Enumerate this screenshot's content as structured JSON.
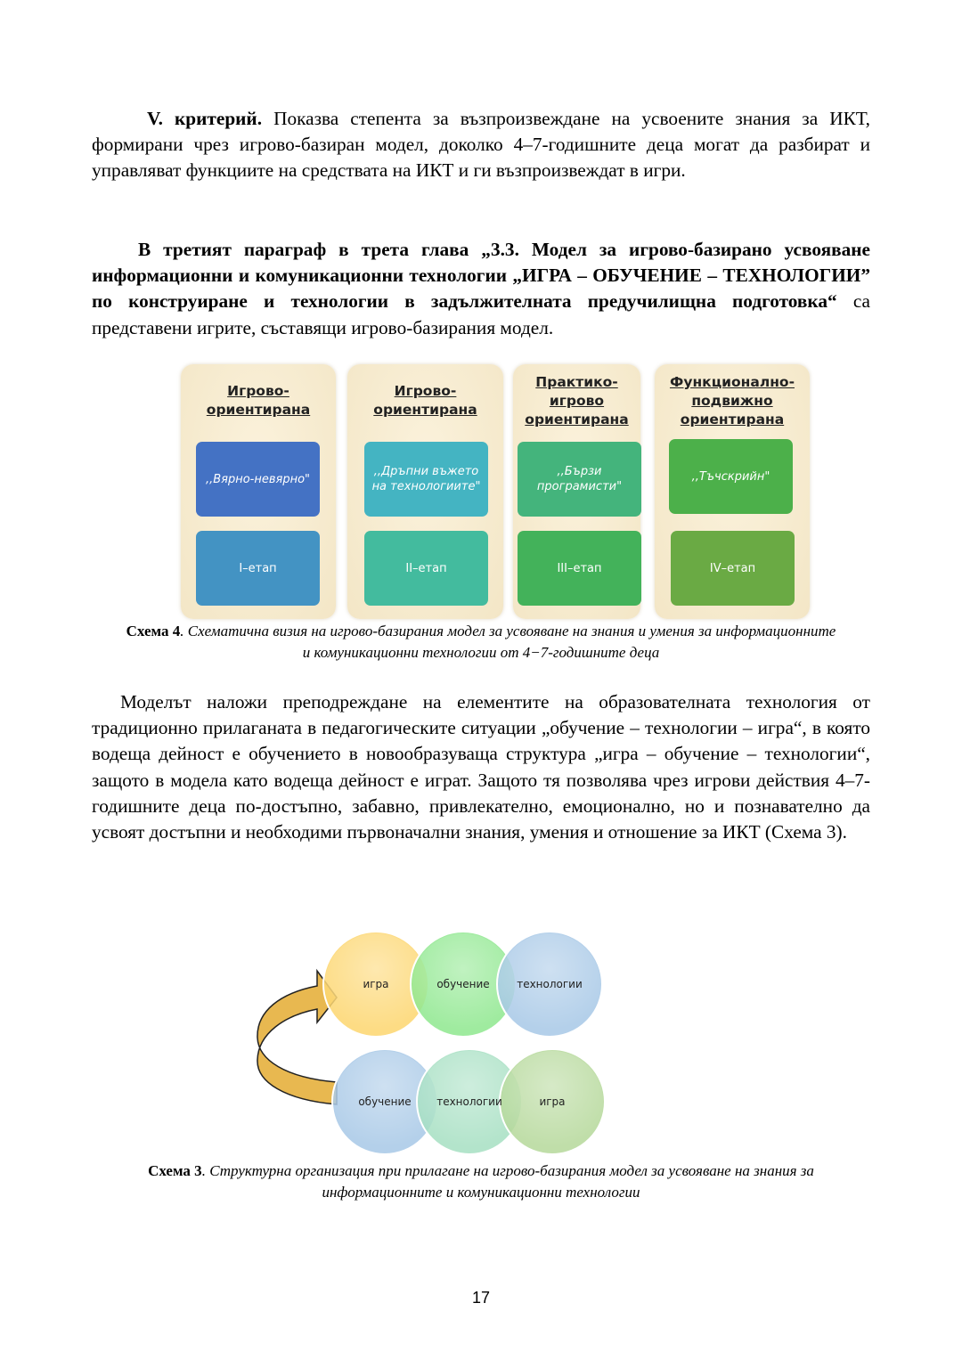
{
  "para1": {
    "lead": "V. критерий.",
    "text": "Показва степента за възпроизвеждане на усвоените знания за  ИКТ, формирани чрез игрово-базиран модел, доколко 4–7-годишните деца могат да разбират и управляват функциите на средствата на ИКТ и ги възпроизвеждат в игри."
  },
  "para2": {
    "bold": "В третият параграф в трета глава „3.3. Модел за игрово-базирано усвояване информационни и комуникационни технологии „ИГРА – ОБУЧЕНИЕ – ТЕХНОЛОГИИ” по конструиране и технологии в задължителната предучилищна подготовка“",
    "text": "са представени игрите, съставящи игрово-базирания модел."
  },
  "scheme4": {
    "columns": [
      {
        "title": "Игрово-ориентирана",
        "game": ",,Вярно-невярно\"",
        "stage": "I–етап",
        "game_color": "#4472c4",
        "stage_color": "#4393c3"
      },
      {
        "title": "Игрово-ориентирана",
        "game": ",,Дръпни въжето на технологиите\"",
        "stage": "II–етап",
        "game_color": "#44b4c2",
        "stage_color": "#43bb9e"
      },
      {
        "title": "Практико-игрово ориентирана",
        "game": ",,Бързи програмисти\"",
        "stage": "III–етап",
        "game_color": "#44b47c",
        "stage_color": "#43b25a"
      },
      {
        "title": "Функционално-подвижно ориентирана",
        "game": ",,Тъчскрийн\"",
        "stage": "IV–етап",
        "game_color": "#4cb04a",
        "stage_color": "#6aaa44"
      }
    ],
    "caption_label": "Схема 4",
    "caption_text": ". Схематична визия на игрово-базирания модел за усвояване на знания и умения за информационните и комуникационни технологии от 4−7-годишните деца"
  },
  "para3": {
    "text": "Моделът наложи преподреждане на елементите на образователната технология от традиционно прилаганата в педагогическите ситуации „обучение – технологии – игра“, в която водеща дейност е обучението в новообразуваща структура „игра – обучение – технологии“, защото в модела като водеща дейност е играт. Защото тя позволява чрез игрови действия 4–7-годишните деца по-достъпно, забавно, привлекателно, емоционално, но и познавателно да усвоят достъпни и необходими първоначални знания, умения и отношение за ИКТ (Схема 3)."
  },
  "scheme3": {
    "top": [
      "игра",
      "обучение",
      "технологии"
    ],
    "bottom": [
      "обучение",
      "технологии",
      "игра"
    ],
    "top_colors": [
      "#fdd66e",
      "#8ee88e",
      "#a7c8e6"
    ],
    "bottom_colors": [
      "#a7c8e6",
      "#a6dfc2",
      "#b5d89a"
    ],
    "arrow_color": "#e8b850",
    "caption_label": "Схема 3",
    "caption_text": ". Структурна организация при прилагане на игрово-базирания модел за усвояване на знания  за информационните и комуникационни технологии"
  },
  "page_number": "17"
}
